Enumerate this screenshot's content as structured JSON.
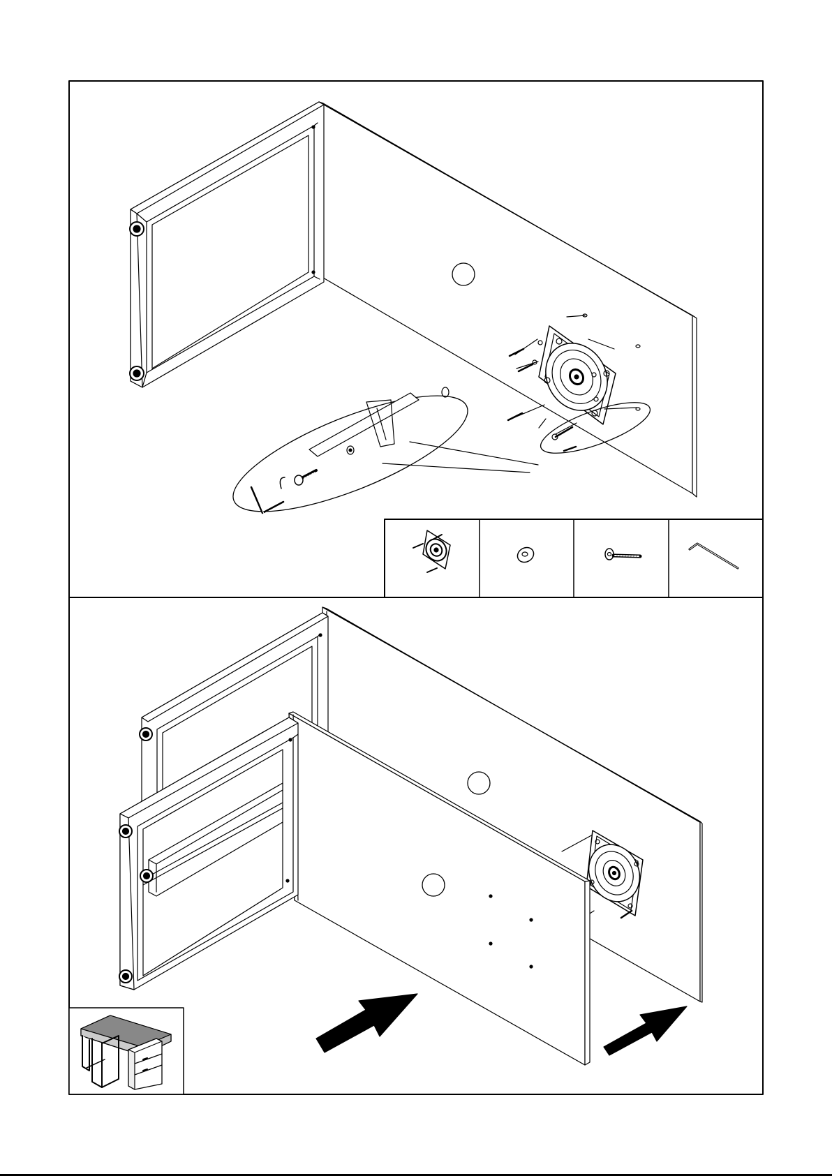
{
  "document": {
    "type": "assembly-instruction-sheet",
    "steps": [
      {
        "name": "step-attach-swivel-plate",
        "parts": [
          {
            "name": "swivel-plate",
            "icon": "swivel-plate-icon",
            "quantity_label": ""
          },
          {
            "name": "washer",
            "icon": "washer-icon",
            "quantity_label": ""
          },
          {
            "name": "bolt",
            "icon": "bolt-icon",
            "quantity_label": ""
          },
          {
            "name": "allen-key",
            "icon": "allen-key-icon",
            "quantity_label": ""
          }
        ],
        "part_callouts": [
          "",
          ""
        ]
      },
      {
        "name": "step-join-side-panel",
        "part_callouts": [
          "",
          ""
        ],
        "direction": "arrows-pointing-to-panel"
      }
    ],
    "thumbnail": {
      "icon": "assembled-desk-icon"
    },
    "colors": {
      "ink": "#000000",
      "paper": "#ffffff"
    }
  }
}
